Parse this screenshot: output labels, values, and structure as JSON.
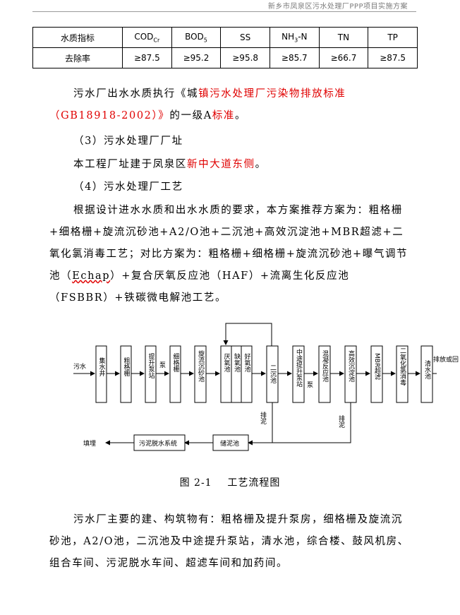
{
  "header": "新乡市凤泉区污水处理厂PPP项目实施方案",
  "table": {
    "headers": [
      "水质指标",
      "COD",
      "BOD",
      "SS",
      "NH",
      "TN",
      "TP"
    ],
    "header_subs": {
      "cod": "Cr",
      "bod": "5",
      "nh": "3",
      "nh_suffix": "-N"
    },
    "row_label": "去除率",
    "values": [
      "≥87.5",
      "≥95.2",
      "≥95.8",
      "≥85.7",
      "≥66.7",
      "≥87.5"
    ]
  },
  "paragraphs": {
    "p1_a": "污水厂出水水质执行《城",
    "p1_red": "镇污水处理厂污染物排放标准（GB18918-2002）》",
    "p1_b": "的一级A",
    "p1_red2": "标准",
    "p1_c": "。",
    "h3": "（3）污水处理厂厂址",
    "p2_a": "本工程厂址建于凤泉区",
    "p2_red": "新中大道东侧",
    "p2_b": "。",
    "h4": "（4）污水处理厂工艺",
    "p3": "根据设计进水水质和出水水质的要求，本方案推荐方案为：粗格栅+细格栅+旋流沉砂池+A2/O池+二沉池+高效沉淀池+MBR超滤+二氧化氯消毒工艺；对比方案为：粗格栅+细格栅+旋流沉砂池+曝气调节池（",
    "p3_ul": "Echap",
    "p3_b": "）+复合厌氧反应池（HAF）+流离生化反应池（FSBBR）+铁碳微电解池工艺。",
    "p4": "污水厂主要的建、构筑物有：粗格栅及提升泵房，细格栅及旋流沉砂池，A2/O池，二沉池及中途提升泵站，清水池，综合楼、鼓风机房、组合车间、污泥脱水车间、超滤车间和加药间。"
  },
  "flow": {
    "inlet": "污水",
    "outlet": "排放或回",
    "pump1": "泵",
    "pump2": "泵",
    "units": {
      "jishui": "集水井",
      "cugeshan": "粗格栅",
      "tisheng": "提升泵站",
      "xigeshan": "细格栅",
      "xuanliu": "旋流沉砂池",
      "yanyang": "厌氧池",
      "queyang": "缺氧池",
      "haoyang": "好氧池",
      "erchen": "二沉池",
      "zhongtu": "中途提升泵站",
      "hunning": "混凝反应池",
      "gaoxiao": "高效沉淀池",
      "mbr": "MBR超滤",
      "eryang": "二氧化氯消毒",
      "qingshui": "清水池"
    },
    "painiji1": "排泥",
    "painiji2": "排泥",
    "chuni": "储泥池",
    "tuoshui": "污泥脱水系统",
    "tianmai": "填埋"
  },
  "caption": "图 2-1    工艺流程图"
}
